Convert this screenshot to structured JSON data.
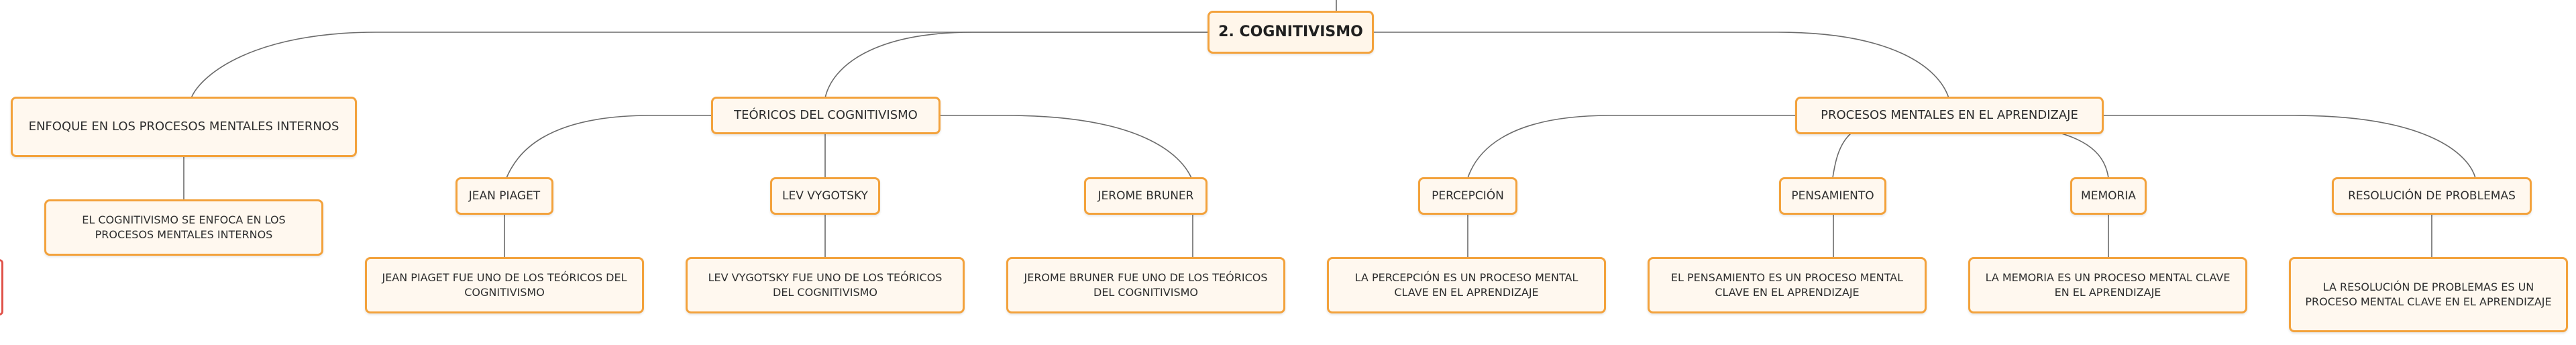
{
  "root": {
    "label": "2. COGNITIVISMO"
  },
  "branches": [
    {
      "label": "ENFOQUE EN LOS PROCESOS MENTALES INTERNOS",
      "children": [
        {
          "label": "EL COGNITIVISMO SE ENFOCA EN LOS PROCESOS MENTALES INTERNOS"
        }
      ]
    },
    {
      "label": "TEÓRICOS DEL COGNITIVISMO",
      "children": [
        {
          "label": "JEAN PIAGET",
          "detail": "JEAN PIAGET FUE UNO DE LOS TEÓRICOS DEL COGNITIVISMO"
        },
        {
          "label": "LEV VYGOTSKY",
          "detail": "LEV VYGOTSKY FUE UNO DE LOS TEÓRICOS DEL COGNITIVISMO"
        },
        {
          "label": "JEROME BRUNER",
          "detail": "JEROME BRUNER FUE UNO DE LOS TEÓRICOS DEL COGNITIVISMO"
        }
      ]
    },
    {
      "label": "PROCESOS MENTALES EN EL APRENDIZAJE",
      "children": [
        {
          "label": "PERCEPCIÓN",
          "detail": "LA PERCEPCIÓN ES UN PROCESO MENTAL CLAVE EN EL APRENDIZAJE"
        },
        {
          "label": "PENSAMIENTO",
          "detail": "EL PENSAMIENTO ES UN PROCESO MENTAL CLAVE EN EL APRENDIZAJE"
        },
        {
          "label": "MEMORIA",
          "detail": "LA MEMORIA ES UN PROCESO MENTAL CLAVE EN EL APRENDIZAJE"
        },
        {
          "label": "RESOLUCIÓN DE PROBLEMAS",
          "detail": "LA RESOLUCIÓN DE PROBLEMAS ES UN PROCESO MENTAL CLAVE EN EL APRENDIZAJE"
        }
      ]
    }
  ],
  "colors": {
    "node_border": "#f3a23c",
    "node_fill": "#fff8ef",
    "connector": "#6b6b6b",
    "edge_accent": "#e0524a"
  }
}
